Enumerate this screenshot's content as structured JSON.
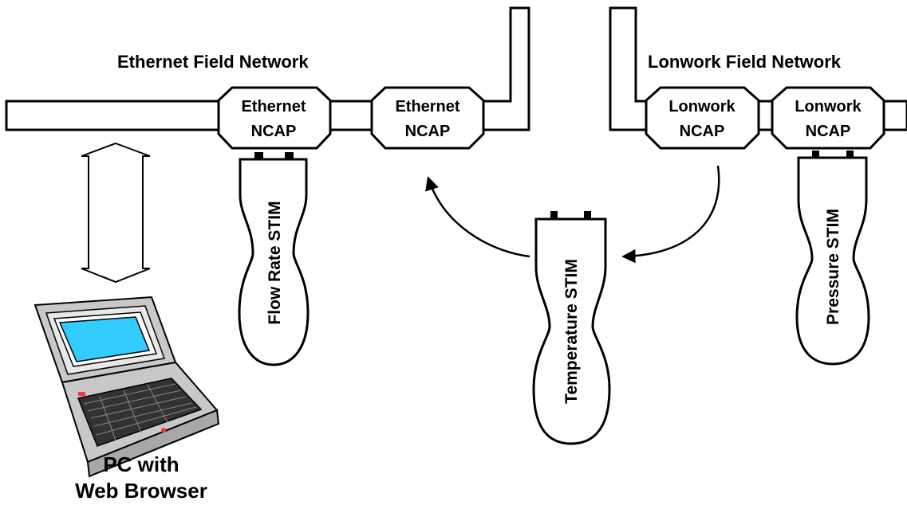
{
  "diagram": {
    "ethernet_network_label": "Ethernet Field Network",
    "lonwork_network_label": "Lonwork Field Network",
    "ethernet_ncap_1": [
      "Ethernet",
      "NCAP"
    ],
    "ethernet_ncap_2": [
      "Ethernet",
      "NCAP"
    ],
    "lonwork_ncap_1": [
      "Lonwork",
      "NCAP"
    ],
    "lonwork_ncap_2": [
      "Lonwork",
      "NCAP"
    ],
    "stims": {
      "flow_rate": "Flow Rate STIM",
      "temperature": "Temperature STIM",
      "pressure": "Pressure  STIM"
    },
    "pc_label": [
      "PC with",
      "Web Browser"
    ]
  },
  "colors": {
    "line": "#000000",
    "background": "#ffffff",
    "screen": "#33ccff",
    "laptop_body": "#c8c8c8",
    "led": "#ff3333"
  },
  "icons": {
    "pc": "laptop-icon",
    "link": "double-arrow-icon",
    "move_arrows": "curved-arrow-icon"
  }
}
